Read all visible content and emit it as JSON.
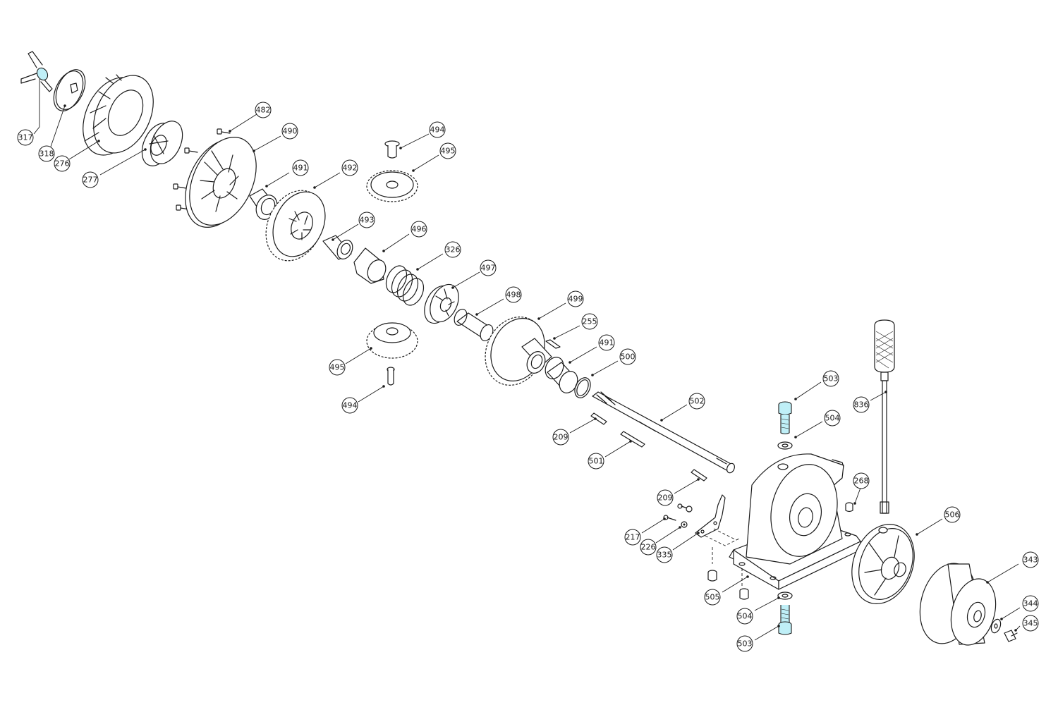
{
  "highlight_color": "#bfeff7",
  "callouts": {
    "c317": "317",
    "c318": "318",
    "c276": "276",
    "c277": "277",
    "c482": "482",
    "c490": "490",
    "c491a": "491",
    "c492": "492",
    "c494a": "494",
    "c495a": "495",
    "c493": "493",
    "c496": "496",
    "c326": "326",
    "c497": "497",
    "c498": "498",
    "c499": "499",
    "c255": "255",
    "c491b": "491",
    "c500": "500",
    "c495b": "495",
    "c494b": "494",
    "c502": "502",
    "c209a": "209",
    "c501": "501",
    "c209b": "209",
    "c503a": "503",
    "c504a": "504",
    "c836": "836",
    "c268": "268",
    "c217": "217",
    "c226": "226",
    "c335": "335",
    "c506": "506",
    "c343": "343",
    "c505": "505",
    "c504b": "504",
    "c344": "344",
    "c345": "345",
    "c503b": "503"
  }
}
